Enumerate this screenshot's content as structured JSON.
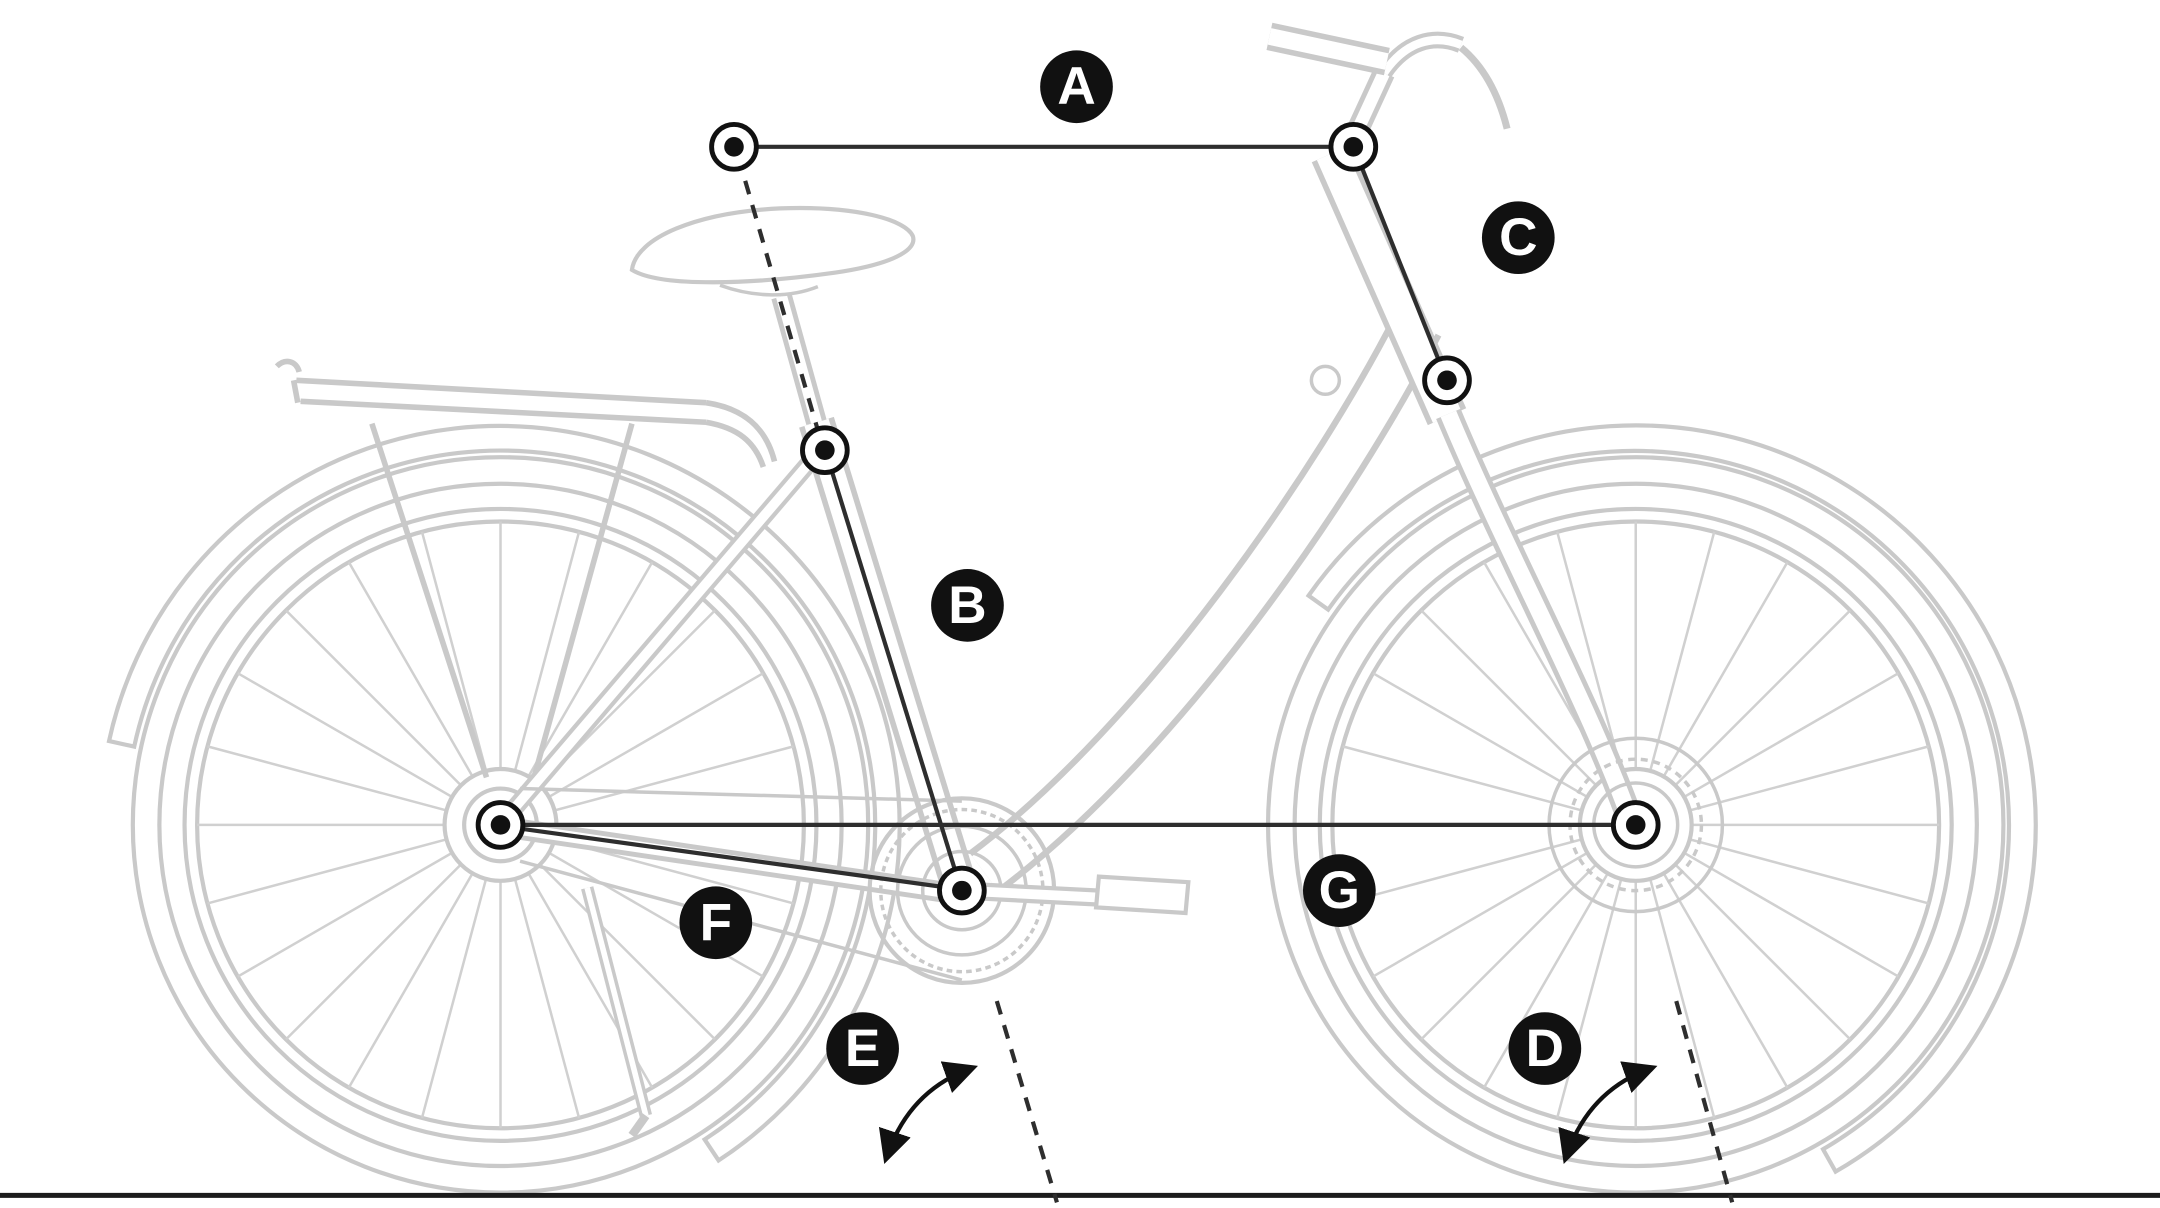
{
  "diagram": {
    "type": "bike-geometry",
    "labels": {
      "A": "A",
      "B": "B",
      "C": "C",
      "D": "D",
      "E": "E",
      "F": "F",
      "G": "G"
    }
  },
  "colors": {
    "background": "#ffffff",
    "bike_outline": "#c9c9c9",
    "measurement_line": "#2e2e2e",
    "label_background": "#111111",
    "label_text": "#ffffff",
    "ground_line": "#1c1c1c"
  }
}
